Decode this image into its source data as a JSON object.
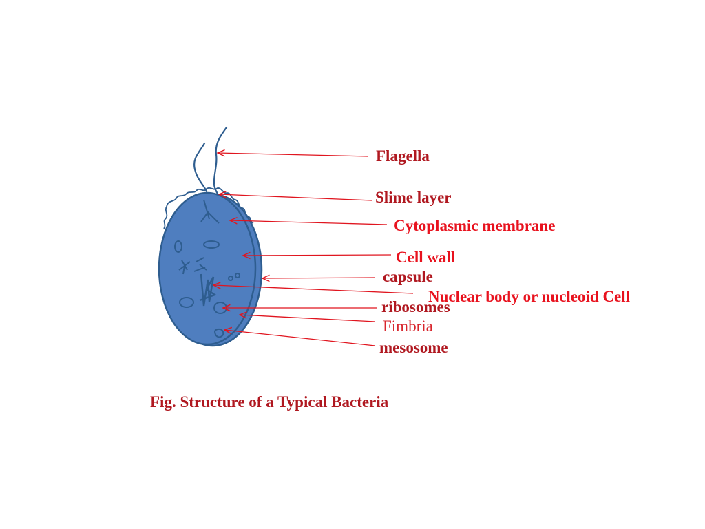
{
  "caption": "Fig. Structure of a Typical Bacteria",
  "labels": {
    "flagella": "Flagella",
    "slime_layer": "Slime layer",
    "cytoplasmic_membrane": "Cytoplasmic membrane",
    "cell_wall": "Cell wall",
    "capsule": "capsule",
    "nuclear_body": "Nuclear body or nucleoid Cell",
    "ribosomes": "ribosomes",
    "fimbria": "Fimbria",
    "mesosome": "mesosome"
  },
  "colors": {
    "cell_fill": "#4f7ebf",
    "cell_outline": "#2e5d8f",
    "arrow": "#e0151f",
    "label_dark_red": "#b01820",
    "label_bright_red": "#e8121e"
  }
}
